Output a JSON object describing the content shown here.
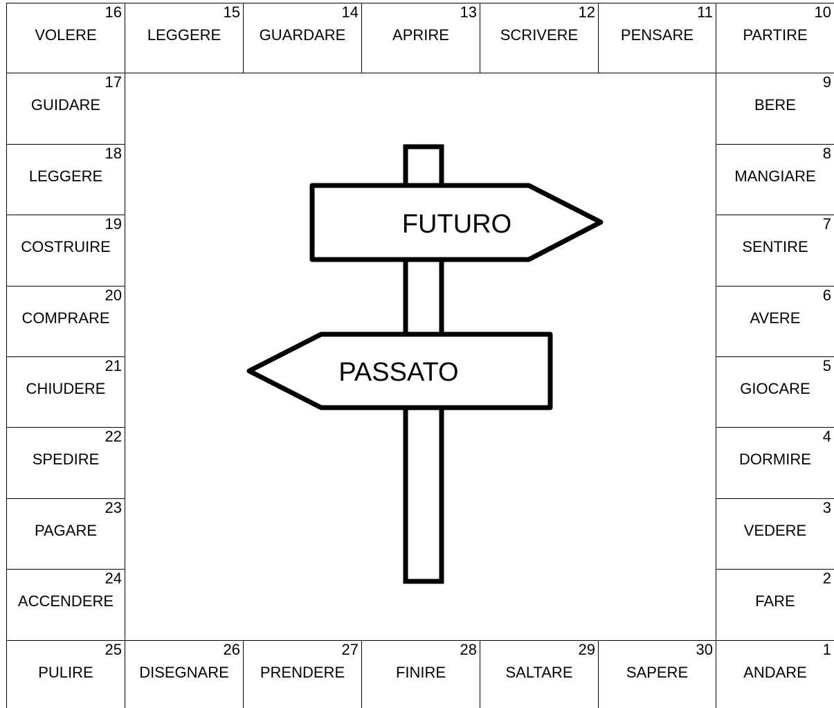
{
  "board": {
    "squares": [
      {
        "n": "1",
        "verb": "ANDARE"
      },
      {
        "n": "2",
        "verb": "FARE"
      },
      {
        "n": "3",
        "verb": "VEDERE"
      },
      {
        "n": "4",
        "verb": "DORMIRE"
      },
      {
        "n": "5",
        "verb": "GIOCARE"
      },
      {
        "n": "6",
        "verb": "AVERE"
      },
      {
        "n": "7",
        "verb": "SENTIRE"
      },
      {
        "n": "8",
        "verb": "MANGIARE"
      },
      {
        "n": "9",
        "verb": "BERE"
      },
      {
        "n": "10",
        "verb": "PARTIRE"
      },
      {
        "n": "11",
        "verb": "PENSARE"
      },
      {
        "n": "12",
        "verb": "SCRIVERE"
      },
      {
        "n": "13",
        "verb": "APRIRE"
      },
      {
        "n": "14",
        "verb": "GUARDARE"
      },
      {
        "n": "15",
        "verb": "LEGGERE"
      },
      {
        "n": "16",
        "verb": "VOLERE"
      },
      {
        "n": "17",
        "verb": "GUIDARE"
      },
      {
        "n": "18",
        "verb": "LEGGERE"
      },
      {
        "n": "19",
        "verb": "COSTRUIRE"
      },
      {
        "n": "20",
        "verb": "COMPRARE"
      },
      {
        "n": "21",
        "verb": "CHIUDERE"
      },
      {
        "n": "22",
        "verb": "SPEDIRE"
      },
      {
        "n": "23",
        "verb": "PAGARE"
      },
      {
        "n": "24",
        "verb": "ACCENDERE"
      },
      {
        "n": "25",
        "verb": "PULIRE"
      },
      {
        "n": "26",
        "verb": "DISEGNARE"
      },
      {
        "n": "27",
        "verb": "PRENDERE"
      },
      {
        "n": "28",
        "verb": "FINIRE"
      },
      {
        "n": "29",
        "verb": "SALTARE"
      },
      {
        "n": "30",
        "verb": "SAPERE"
      }
    ]
  },
  "signpost": {
    "future_label": "FUTURO",
    "past_label": "PASSATO"
  }
}
